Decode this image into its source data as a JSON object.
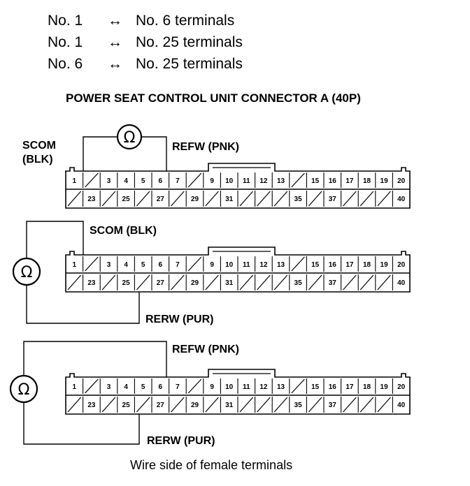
{
  "checks": [
    {
      "from": "No. 1",
      "arrow": "↔",
      "to": "No. 6 terminals"
    },
    {
      "from": "No. 1",
      "arrow": "↔",
      "to": "No. 25 terminals"
    },
    {
      "from": "No. 6",
      "arrow": "↔",
      "to": "No. 25 terminals"
    }
  ],
  "title": "POWER SEAT CONTROL UNIT CONNECTOR A (40P)",
  "caption": "Wire side of female terminals",
  "meter_symbol": "Ω",
  "connector": {
    "top_row": [
      "1",
      "",
      "3",
      "4",
      "5",
      "6",
      "7",
      "",
      "9",
      "10",
      "11",
      "12",
      "13",
      "",
      "15",
      "16",
      "17",
      "18",
      "19",
      "20"
    ],
    "bottom_row": [
      "",
      "23",
      "",
      "25",
      "",
      "27",
      "",
      "29",
      "",
      "31",
      "",
      "",
      "",
      "35",
      "",
      "37",
      "",
      "",
      "",
      "40"
    ]
  },
  "diagrams": [
    {
      "labels": [
        {
          "id": "scom",
          "line1": "SCOM",
          "line2": "(BLK)"
        },
        {
          "id": "refw",
          "line1": "REFW (PNK)"
        }
      ]
    },
    {
      "labels": [
        {
          "id": "scom",
          "line1": "SCOM (BLK)"
        },
        {
          "id": "rerw",
          "line1": "RERW (PUR)"
        }
      ]
    },
    {
      "labels": [
        {
          "id": "refw",
          "line1": "REFW (PNK)"
        },
        {
          "id": "rerw",
          "line1": "RERW (PUR)"
        }
      ]
    }
  ]
}
